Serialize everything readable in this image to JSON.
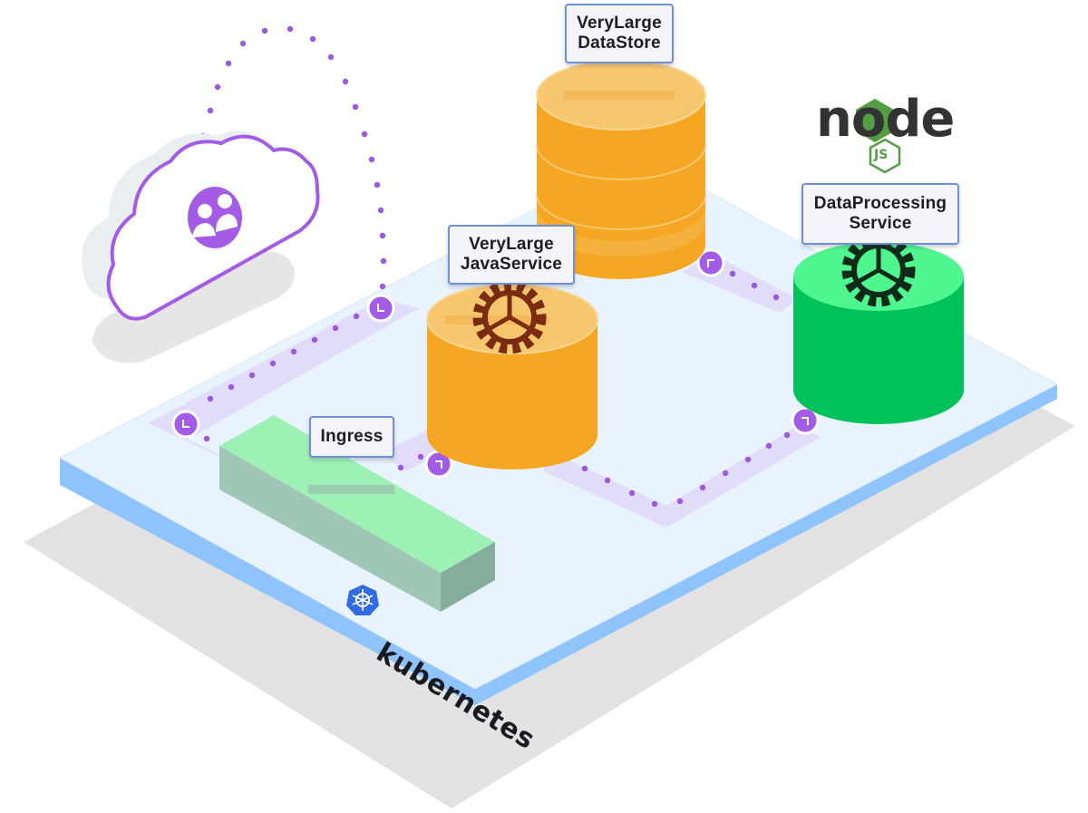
{
  "labels": {
    "datastore": [
      "VeryLarge",
      "DataStore"
    ],
    "java_service": [
      "VeryLarge",
      "JavaService"
    ],
    "data_processing": [
      "DataProcessing",
      "Service"
    ],
    "ingress": "Ingress"
  },
  "logos": {
    "kubernetes": "kubernetes",
    "node": "node",
    "node_badge": "JS"
  },
  "colors": {
    "platform_top": "#e8f3fd",
    "platform_edge": "#8ec4fb",
    "path": "#e2dcfb",
    "path_dot": "#9b59e0",
    "cloud_stroke": "#a45be6",
    "datastore_orange": "#f5a623",
    "datastore_light": "#f7c770",
    "green_service": "#00c25a",
    "green_light": "#4ff58e",
    "ingress_top": "#9ef1b5",
    "ingress_side": "#a0c6b6",
    "label_border": "#6f8fd6",
    "gear_orange": "#7a2b10",
    "gear_green": "#0d2b18",
    "node_green": "#539e43"
  }
}
